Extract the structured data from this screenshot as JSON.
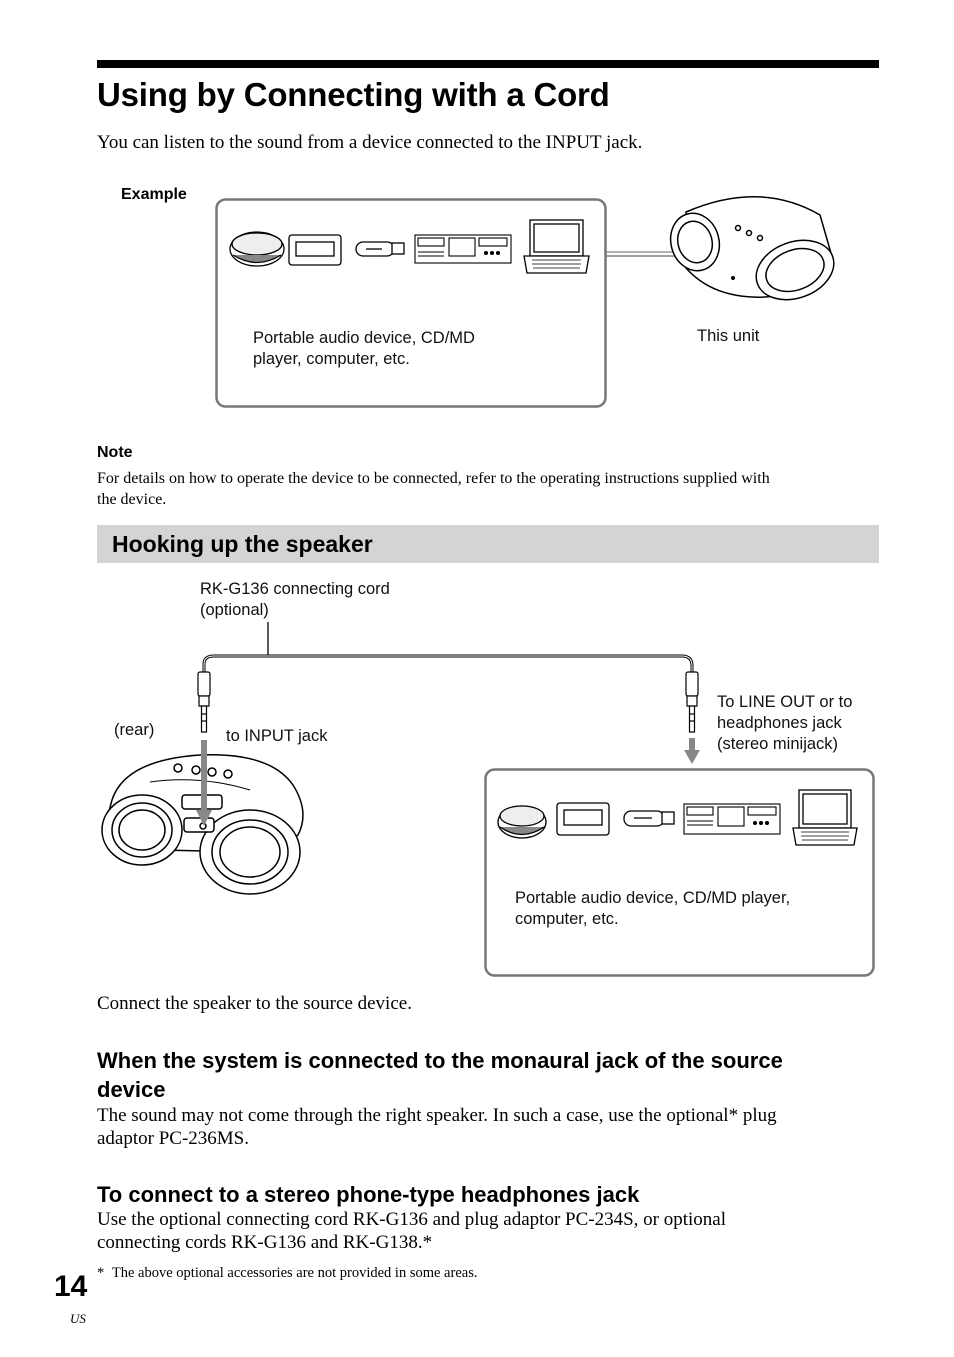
{
  "page": {
    "title": "Using by Connecting with a Cord",
    "intro": "You can listen to the sound from a device connected to the INPUT jack.",
    "page_number": "14",
    "page_locale": "US"
  },
  "example_figure": {
    "heading": "Example",
    "devices_caption_line1": "Portable audio device, CD/MD",
    "devices_caption_line2": "player, computer, etc.",
    "unit_caption": "This unit"
  },
  "note": {
    "heading": "Note",
    "body_line1": "For details on how to operate the device to be connected, refer to the operating instructions supplied with",
    "body_line2": "the device."
  },
  "section": {
    "title": "Hooking up the speaker"
  },
  "hookup_figure": {
    "cord_label_line1": "RK-G136 connecting cord",
    "cord_label_line2": "(optional)",
    "rear_label": "(rear)",
    "input_label": "to INPUT jack",
    "lineout_line1": "To LINE OUT or to",
    "lineout_line2": "headphones jack",
    "lineout_line3": "(stereo minijack)",
    "devices_caption_line1": "Portable audio device, CD/MD player,",
    "devices_caption_line2": "computer, etc."
  },
  "connect_text": "Connect the speaker to the source device.",
  "monaural": {
    "heading_line1": "When the system is connected to the monaural jack of the source",
    "heading_line2": "device",
    "body_line1": "The sound may not come through the right speaker. In such a case, use the optional* plug",
    "body_line2": "adaptor PC-236MS."
  },
  "stereo_phone": {
    "heading": "To connect to a stereo phone-type headphones jack",
    "body_line1": "Use the optional connecting cord RK-G136 and plug adaptor PC-234S, or optional",
    "body_line2": "connecting cords RK-G136 and RK-G138.*"
  },
  "footnote": {
    "marker": "*",
    "text": "The above optional accessories are not provided in some areas."
  }
}
